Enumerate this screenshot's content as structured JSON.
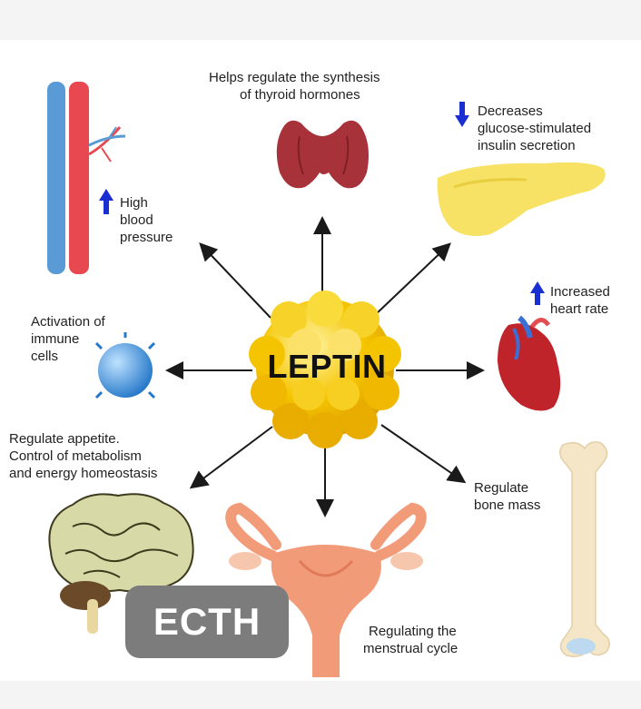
{
  "center": {
    "label": "LEPTIN"
  },
  "effects": {
    "thyroid": {
      "lines": [
        "Helps regulate the synthesis",
        "of thyroid hormones"
      ]
    },
    "pancreas": {
      "lines": [
        "Decreases",
        "glucose-stimulated",
        "insulin secretion"
      ],
      "indicator": "down-arrow-icon"
    },
    "blood_pressure": {
      "lines": [
        "High",
        "blood",
        "pressure"
      ],
      "indicator": "up-arrow-icon"
    },
    "heart": {
      "lines": [
        "Increased",
        "heart rate"
      ],
      "indicator": "up-arrow-icon"
    },
    "immune": {
      "lines": [
        "Activation of",
        "immune",
        "cells"
      ]
    },
    "brain": {
      "lines": [
        "Regulate appetite.",
        "Control of metabolism",
        "and energy homeostasis"
      ]
    },
    "bone": {
      "lines": [
        "Regulate",
        "bone mass"
      ]
    },
    "uterus": {
      "lines": [
        "Regulating the",
        "menstrual cycle"
      ]
    }
  },
  "watermark": {
    "text": "ECTH"
  },
  "colors": {
    "arrow": "#1a1a1a",
    "indicator_blue": "#1a2fd1",
    "leptin_yellow": "#f5c400",
    "thyroid_red": "#a8323a",
    "pancreas_yellow": "#f7e266",
    "vein_blue": "#5b9bd5",
    "artery_red": "#e8484f",
    "heart_red": "#c0242b",
    "immune_blue": "#3f95e0",
    "brain_green": "#d7d9a6",
    "bone_cream": "#f5e6c8",
    "uterus_pink": "#f29b78",
    "badge_gray": "#7c7c7c"
  }
}
